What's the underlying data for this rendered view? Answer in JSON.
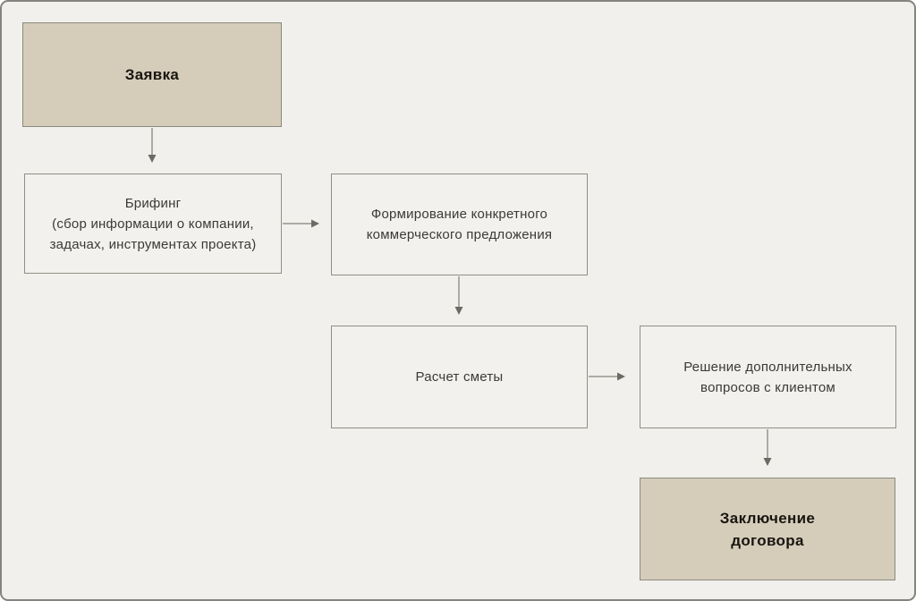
{
  "page": {
    "background_color": "#f1f0ec",
    "outer_border_color": "#85847e"
  },
  "colors": {
    "node_fill_light": "#f2f1ed",
    "node_fill_accent": "#d5ccba",
    "node_border": "#8f8e87",
    "arrow_line": "#95948d",
    "arrow_head": "#6b6a63",
    "text_primary": "#17150f",
    "text_secondary": "#3b3a36"
  },
  "flowchart": {
    "nodes": [
      {
        "id": "application",
        "style": "accent",
        "label": "Заявка"
      },
      {
        "id": "briefing",
        "style": "light",
        "label": "Брифинг\n(сбор информации о компании,\nзадачах, инструментах проекта)"
      },
      {
        "id": "proposal",
        "style": "light",
        "label": "Формирование конкретного\nкоммерческого предложения"
      },
      {
        "id": "estimate",
        "style": "light",
        "label": "Расчет сметы"
      },
      {
        "id": "questions",
        "style": "light",
        "label": "Решение дополнительных\nвопросов с клиентом"
      },
      {
        "id": "contract",
        "style": "accent",
        "label": "Заключение\nдоговора"
      }
    ],
    "connections": [
      {
        "from": "application",
        "to": "briefing",
        "direction": "down"
      },
      {
        "from": "briefing",
        "to": "proposal",
        "direction": "right"
      },
      {
        "from": "proposal",
        "to": "estimate",
        "direction": "down"
      },
      {
        "from": "estimate",
        "to": "questions",
        "direction": "right"
      },
      {
        "from": "questions",
        "to": "contract",
        "direction": "down"
      }
    ]
  }
}
